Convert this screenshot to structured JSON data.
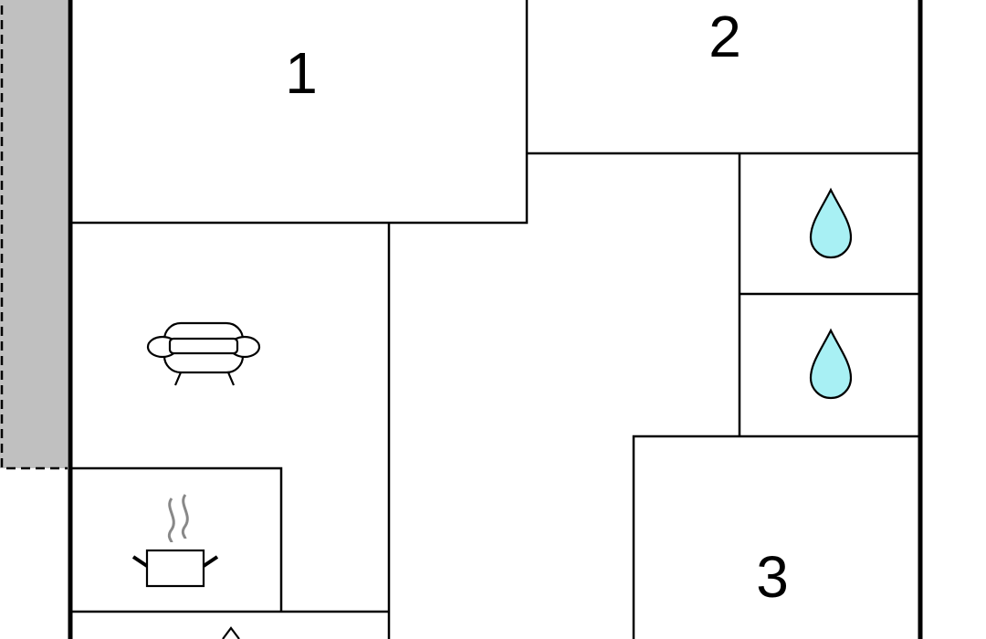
{
  "floor_plan": {
    "rooms": [
      {
        "id": "bedroom-1",
        "label": "1",
        "type": "bedroom"
      },
      {
        "id": "bedroom-2",
        "label": "2",
        "type": "bedroom"
      },
      {
        "id": "bedroom-3",
        "label": "3",
        "type": "bedroom"
      },
      {
        "id": "living-room",
        "label": "",
        "type": "living-room",
        "icon": "sofa-icon"
      },
      {
        "id": "kitchen",
        "label": "",
        "type": "kitchen",
        "icon": "cooking-pot-icon"
      },
      {
        "id": "bathroom-1",
        "label": "",
        "type": "bathroom",
        "icon": "water-drop-icon"
      },
      {
        "id": "bathroom-2",
        "label": "",
        "type": "bathroom",
        "icon": "water-drop-icon"
      },
      {
        "id": "hallway",
        "label": "",
        "type": "hallway"
      }
    ],
    "colors": {
      "wall": "#000000",
      "terrace": "#c0c0c0",
      "water_drop": "#a8f0f4"
    }
  }
}
